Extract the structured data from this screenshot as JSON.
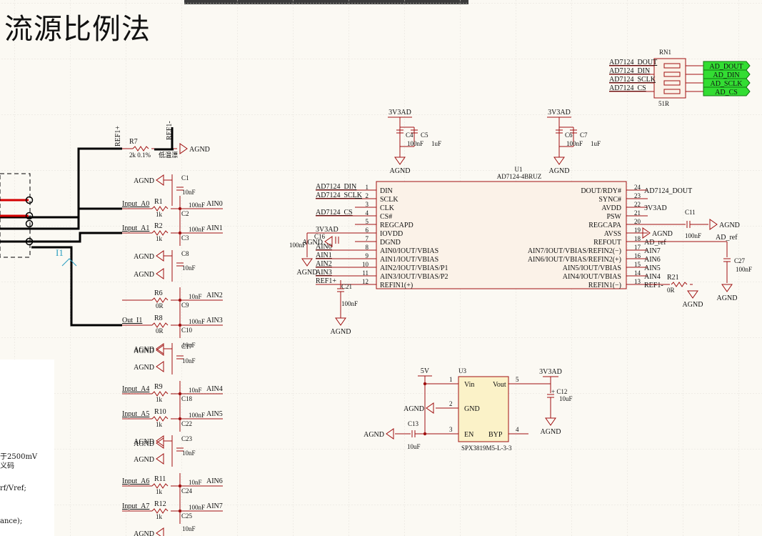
{
  "title": "流源比例法",
  "notes": [
    "于2500mV",
    "义码",
    "rf/Vref;",
    "ance);"
  ],
  "colors": {
    "wire": "#a01010",
    "net": "#8a1010",
    "body": "#fbf2e8",
    "bus": "#000000",
    "busRed": "#d40000",
    "port": "#33dd33",
    "probe": "#2a9ec0",
    "grid": "#e6e3dc"
  },
  "top_left": {
    "ref1p": "REF1+",
    "ref1m": "REF1-",
    "r7": "R7",
    "r7v": "2k 0.1%",
    "r7note": "低温漂",
    "agnd": "AGND",
    "probe": "I1"
  },
  "left_column": {
    "rows": [
      {
        "c": "C1",
        "v": "10nF"
      },
      {
        "in": "Input_A0",
        "r": "R1",
        "rv": "1k",
        "c": "C2",
        "cv": "100nF",
        "ain": "AIN0"
      },
      {
        "in": "Input_A1",
        "r": "R2",
        "rv": "1k",
        "c": "C3",
        "cv": "100nF",
        "ain": "AIN1"
      },
      {
        "c": "C8",
        "v": "10nF"
      },
      {
        "r": "R6",
        "rv": "0R",
        "c": "C9",
        "cv": "10nF",
        "ain": "AIN2"
      },
      {
        "in": "Out_I1",
        "r": "R8",
        "rv": "0R",
        "c": "C10",
        "cv": "100nF",
        "ain": "AIN3"
      },
      {
        "c": "C17",
        "v": "10nF"
      },
      {
        "in": "Input_A4",
        "r": "R9",
        "rv": "1k",
        "c": "C18",
        "cv": "10nF",
        "ain": "AIN4"
      },
      {
        "in": "Input_A5",
        "r": "R10",
        "rv": "1k",
        "c": "C22",
        "cv": "100nF",
        "ain": "AIN5"
      },
      {
        "c": "C23",
        "v": "10nF"
      },
      {
        "in": "Input_A6",
        "r": "R11",
        "rv": "1k",
        "c": "C24",
        "cv": "10nF",
        "ain": "AIN6"
      },
      {
        "in": "Input_A7",
        "r": "R12",
        "rv": "1k",
        "c": "C25",
        "cv": "100nF",
        "ain": "AIN7"
      }
    ],
    "extra_caps": [
      "10nF",
      "10nF"
    ],
    "agnd": "AGND"
  },
  "rn1": {
    "ref": "RN1",
    "value": "51R",
    "nets": [
      "AD7124_DOUT",
      "AD7124_DIN",
      "AD7124_SCLK",
      "AD7124_CS"
    ],
    "ports": [
      "AD_DOUT",
      "AD_DIN",
      "AD_SCLK",
      "AD_CS"
    ]
  },
  "decoupling": [
    {
      "rail": "3V3AD",
      "c1": "C4",
      "c1v": "100nF",
      "c2": "C5",
      "c2v": "1uF",
      "gnd": "AGND"
    },
    {
      "rail": "3V3AD",
      "c1": "C6",
      "c1v": "100nF",
      "c2": "C7",
      "c2v": "1uF",
      "gnd": "AGND"
    }
  ],
  "u1": {
    "ref": "U1",
    "part": "AD7124-4BRUZ",
    "left_pins": [
      {
        "n": "1",
        "name": "DIN",
        "net": "AD7124_DIN"
      },
      {
        "n": "2",
        "name": "SCLK",
        "net": "AD7124_SCLK"
      },
      {
        "n": "3",
        "name": "CLK",
        "net": ""
      },
      {
        "n": "4",
        "name": "CS#",
        "net": "AD7124_CS"
      },
      {
        "n": "5",
        "name": "REGCAPD",
        "net": ""
      },
      {
        "n": "6",
        "name": "IOVDD",
        "net": "3V3AD"
      },
      {
        "n": "7",
        "name": "DGND",
        "net": ""
      },
      {
        "n": "8",
        "name": "AIN0/IOUT/VBIAS",
        "net": "AIN0"
      },
      {
        "n": "9",
        "name": "AIN1/IOUT/VBIAS",
        "net": "AIN1"
      },
      {
        "n": "10",
        "name": "AIN2/IOUT/VBIAS/P1",
        "net": "AIN2"
      },
      {
        "n": "11",
        "name": "AIN3/IOUT/VBIAS/P2",
        "net": "AIN3"
      },
      {
        "n": "12",
        "name": "REFIN1(+)",
        "net": "REF1+"
      }
    ],
    "right_pins": [
      {
        "n": "24",
        "name": "DOUT/RDY#",
        "net": "AD7124_DOUT"
      },
      {
        "n": "23",
        "name": "SYNC#",
        "net": ""
      },
      {
        "n": "22",
        "name": "AVDD",
        "net": "3V3AD"
      },
      {
        "n": "21",
        "name": "PSW",
        "net": ""
      },
      {
        "n": "20",
        "name": "REGCAPA",
        "net": ""
      },
      {
        "n": "19",
        "name": "AVSS",
        "net": ""
      },
      {
        "n": "18",
        "name": "REFOUT",
        "net": "AD_ref"
      },
      {
        "n": "17",
        "name": "AIN7/IOUT/VBIAS/REFIN2(−)",
        "net": "AIN7"
      },
      {
        "n": "16",
        "name": "AIN6/IOUT/VBIAS/REFIN2(+)",
        "net": "AIN6"
      },
      {
        "n": "15",
        "name": "AIN5/IOUT/VBIAS",
        "net": "AIN5"
      },
      {
        "n": "14",
        "name": "AIN4/IOUT/VBIAS",
        "net": "AIN4"
      },
      {
        "n": "13",
        "name": "REFIN1(−)",
        "net": "REF1-"
      }
    ],
    "c16": "C16",
    "c16v": "100nF",
    "c21": "C21",
    "c21v": "100nF",
    "agnd": "AGND"
  },
  "right_side": {
    "c11": "C11",
    "c11v": "100nF",
    "adref": "AD_ref",
    "c27": "C27",
    "c27v": "100nF",
    "r21": "R21",
    "r21v": "0R",
    "agnd": "AGND"
  },
  "u3": {
    "ref": "U3",
    "part": "SPX3819M5-L-3-3",
    "vin_rail": "5V",
    "vout_rail": "3V3AD",
    "pins": [
      {
        "n": "1",
        "name": "Vin"
      },
      {
        "n": "2",
        "name": "GND"
      },
      {
        "n": "3",
        "name": "EN"
      },
      {
        "n": "4",
        "name": "BYP"
      },
      {
        "n": "5",
        "name": "Vout"
      }
    ],
    "c12": "C12",
    "c12v": "10uF",
    "c13": "C13",
    "c13v": "10uF",
    "agnd": "AGND",
    "plus": "+"
  }
}
